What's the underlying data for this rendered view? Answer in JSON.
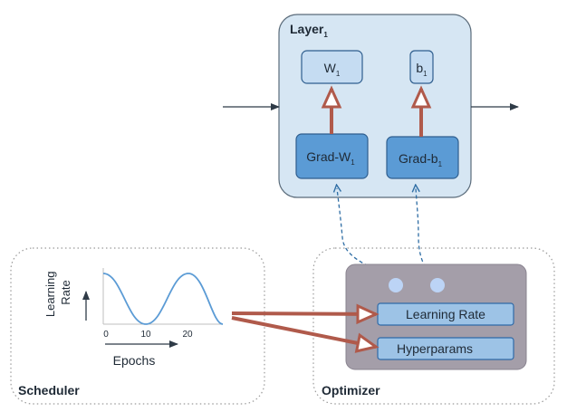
{
  "layer": {
    "title": "Layer",
    "title_sub": "1",
    "weight": {
      "label": "W",
      "sub": "1"
    },
    "bias": {
      "label": "b",
      "sub": "1"
    },
    "grad_weight": {
      "label": "Grad-W",
      "sub": "1"
    },
    "grad_bias": {
      "label": "Grad-b",
      "sub": "1"
    }
  },
  "scheduler": {
    "title": "Scheduler",
    "ylabel_line1": "Learning",
    "ylabel_line2": "Rate",
    "xlabel": "Epochs",
    "ticks": [
      "0",
      "10",
      "20"
    ]
  },
  "optimizer": {
    "title": "Optimizer",
    "learning_rate": "Learning Rate",
    "hyperparams": "Hyperparams"
  },
  "colors": {
    "layer_fill": "#d6e6f3",
    "layer_stroke": "#5a6b7a",
    "weight_fill": "#c5dcf2",
    "grad_fill": "#5b9bd5",
    "node_stroke": "#2f5e8e",
    "arrow_red": "#b05a4b",
    "dashed_blue": "#2e6da4",
    "optimizer_fill": "#a49ea9",
    "optimizer_stroke": "#8a8490",
    "field_fill": "#9dc3e6",
    "field_stroke": "#2f6aa8",
    "dot_fill": "#bcd4f6",
    "curve": "#5b9bd5",
    "dotted_border": "#9a9a9a"
  }
}
